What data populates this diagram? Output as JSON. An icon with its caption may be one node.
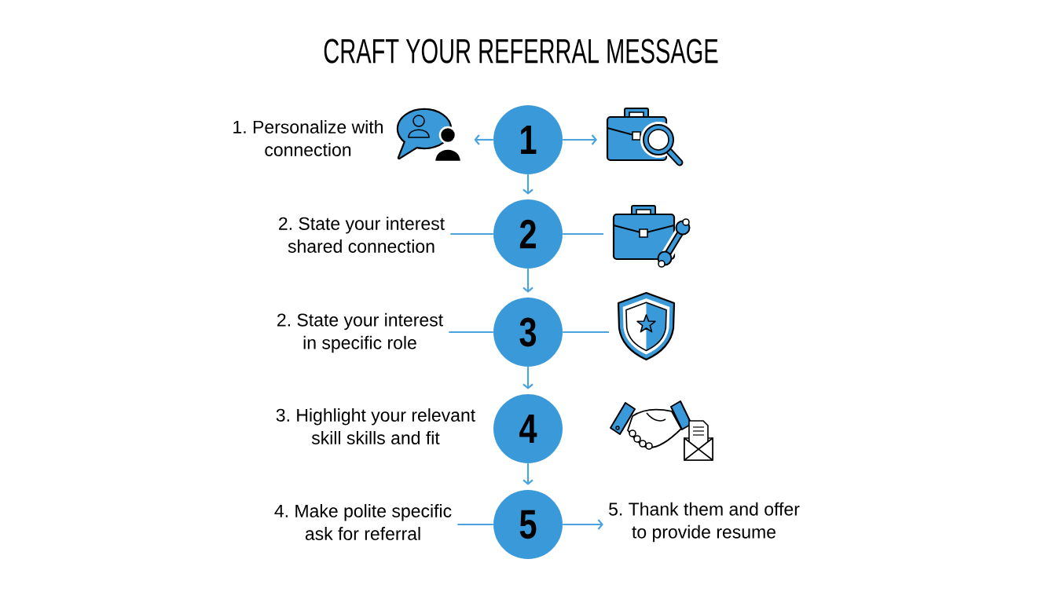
{
  "diagram": {
    "title": "CRAFT YOUR REFERRAL MESSAGE",
    "nodes": [
      {
        "text": [],
        "shape": "picture",
        "beside": [
          "1. Personalize with connection"
        ]
      },
      {
        "text": [
          "1"
        ]
      },
      {
        "text": [],
        "shape": "picture"
      },
      {
        "text": [
          "2. State your interest shared connection"
        ]
      },
      {
        "text": [
          "2"
        ]
      },
      {
        "text": [],
        "shape": "picture"
      },
      {
        "text": [
          "2. State your interest in specific role"
        ]
      },
      {
        "text": [
          "3"
        ]
      },
      {
        "text": [],
        "shape": "picture"
      },
      {
        "text": [
          "4"
        ]
      },
      {
        "text": [
          "4. Make polite specific ask for referral"
        ]
      },
      {
        "text": [
          "5"
        ]
      },
      {
        "text": [
          "5. Thank them and offer to provide resume"
        ]
      }
    ],
    "edges": [
      {
        "from": 1,
        "to": 0,
        "arrow": "to"
      },
      {
        "from": 1,
        "to": 2,
        "arrow": "to"
      },
      {
        "from": 1,
        "to": 4,
        "arrow": "to"
      },
      {
        "from": 4,
        "to": 3,
        "arrow": "none"
      },
      {
        "from": 4,
        "to": 5,
        "arrow": "none"
      },
      {
        "from": 4,
        "to": 7,
        "arrow": "to"
      },
      {
        "from": 7,
        "to": 6,
        "arrow": "none"
      },
      {
        "from": 7,
        "to": 8,
        "arrow": "none"
      },
      {
        "from": 7,
        "to": 9,
        "arrow": "to"
      },
      {
        "from": 9,
        "to": 11,
        "arrow": "to"
      },
      {
        "from": 11,
        "to": 10,
        "arrow": "none"
      },
      {
        "from": 11,
        "to": 12,
        "arrow": "to"
      }
    ],
    "labels": [
      "3. Highlight your relevant skill skills and fit"
    ]
  }
}
